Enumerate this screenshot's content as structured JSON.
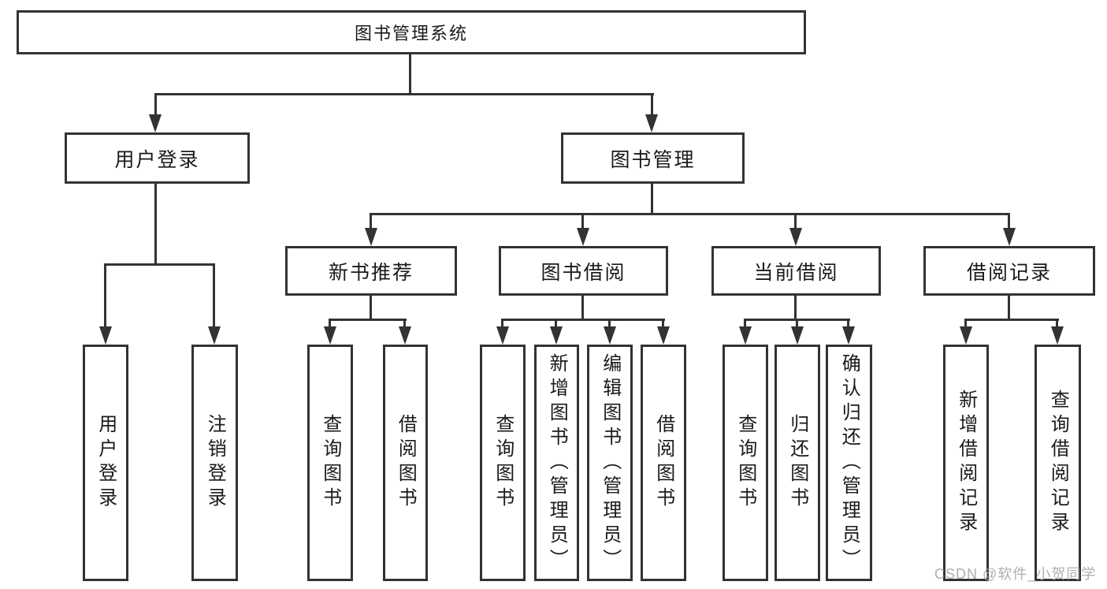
{
  "diagram": {
    "root": {
      "label": "图书管理系统"
    },
    "level2": [
      {
        "label": "用户登录"
      },
      {
        "label": "图书管理"
      }
    ],
    "level3": [
      {
        "label": "新书推荐"
      },
      {
        "label": "图书借阅"
      },
      {
        "label": "当前借阅"
      },
      {
        "label": "借阅记录"
      }
    ],
    "leaves": [
      "用户登录",
      "注销登录",
      "查询图书",
      "借阅图书",
      "查询图书",
      "新增图书（管理员）",
      "编辑图书（管理员）",
      "借阅图书",
      "查询图书",
      "归还图书",
      "确认归还（管理员）",
      "新增借阅记录",
      "查询借阅记录"
    ]
  },
  "watermark": {
    "text": "CSDN @软件_小贺同学"
  },
  "colors": {
    "line": "#333333",
    "text": "#1a1a1a",
    "box_background": "#ffffff",
    "watermark": "#a8a8a8",
    "background": "#ffffff"
  }
}
